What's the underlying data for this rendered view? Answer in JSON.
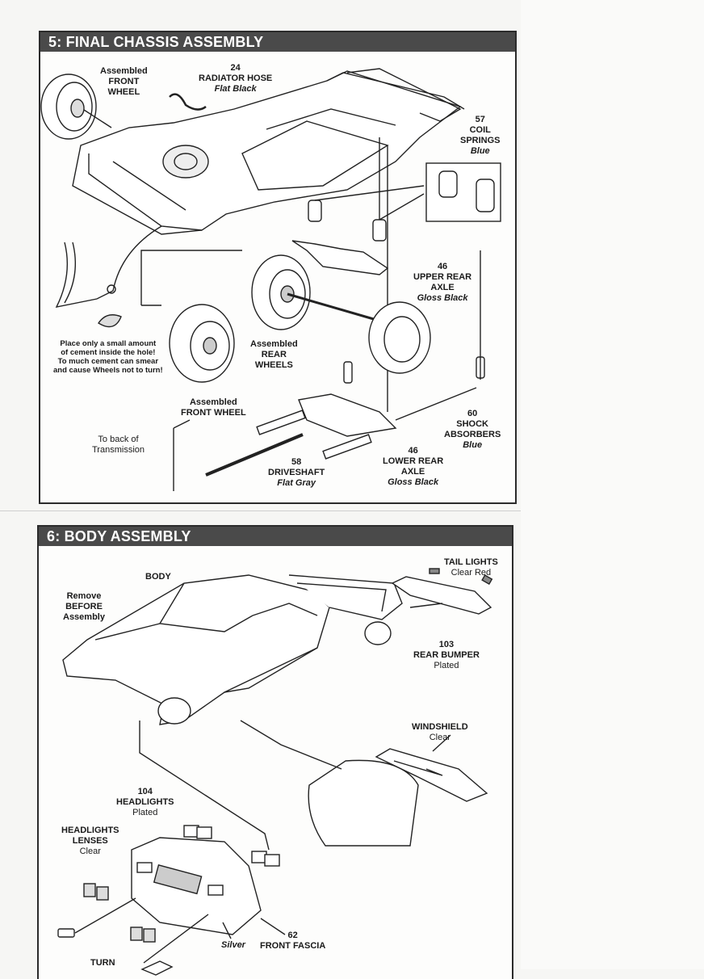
{
  "step5": {
    "title": "5: FINAL CHASSIS ASSEMBLY",
    "labels": {
      "front_wheel_top": [
        "Assembled",
        "FRONT",
        "WHEEL"
      ],
      "radiator_hose": {
        "num": "24",
        "name": "RADIATOR HOSE",
        "finish": "Flat Black"
      },
      "coil_springs": {
        "num": "57",
        "name1": "COIL",
        "name2": "SPRINGS",
        "finish": "Blue"
      },
      "upper_rear_axle": {
        "num": "46",
        "name1": "UPPER REAR",
        "name2": "AXLE",
        "finish": "Gloss Black"
      },
      "rear_wheels": [
        "Assembled",
        "REAR",
        "WHEELS"
      ],
      "front_wheel_bottom": [
        "Assembled",
        "FRONT WHEEL"
      ],
      "cement_note": [
        "Place only a small amount",
        "of cement inside the hole!",
        "To much cement can smear",
        "and cause Wheels not to turn!"
      ],
      "shock_absorbers": {
        "num": "60",
        "name1": "SHOCK",
        "name2": "ABSORBERS",
        "finish": "Blue"
      },
      "to_back": [
        "To back of",
        "Transmission"
      ],
      "driveshaft": {
        "num": "58",
        "name": "DRIVESHAFT",
        "finish": "Flat Gray"
      },
      "lower_rear_axle": {
        "num": "46",
        "name1": "LOWER REAR",
        "name2": "AXLE",
        "finish": "Gloss Black"
      }
    }
  },
  "step6": {
    "title": "6: BODY ASSEMBLY",
    "labels": {
      "body": "BODY",
      "remove_before": [
        "Remove",
        "BEFORE",
        "Assembly"
      ],
      "tail_lights": {
        "name": "TAIL LIGHTS",
        "finish": "Clear Red"
      },
      "rear_bumper": {
        "num": "103",
        "name": "REAR BUMPER",
        "finish": "Plated"
      },
      "windshield": {
        "name": "WINDSHIELD",
        "finish": "Clear"
      },
      "headlights": {
        "num": "104",
        "name": "HEADLIGHTS",
        "finish": "Plated"
      },
      "headlights_lenses": {
        "name1": "HEADLIGHTS",
        "name2": "LENSES",
        "finish": "Clear"
      },
      "front_fascia": {
        "num": "62",
        "name": "FRONT FASCIA"
      },
      "silver": "Silver",
      "turn": "TURN"
    }
  }
}
